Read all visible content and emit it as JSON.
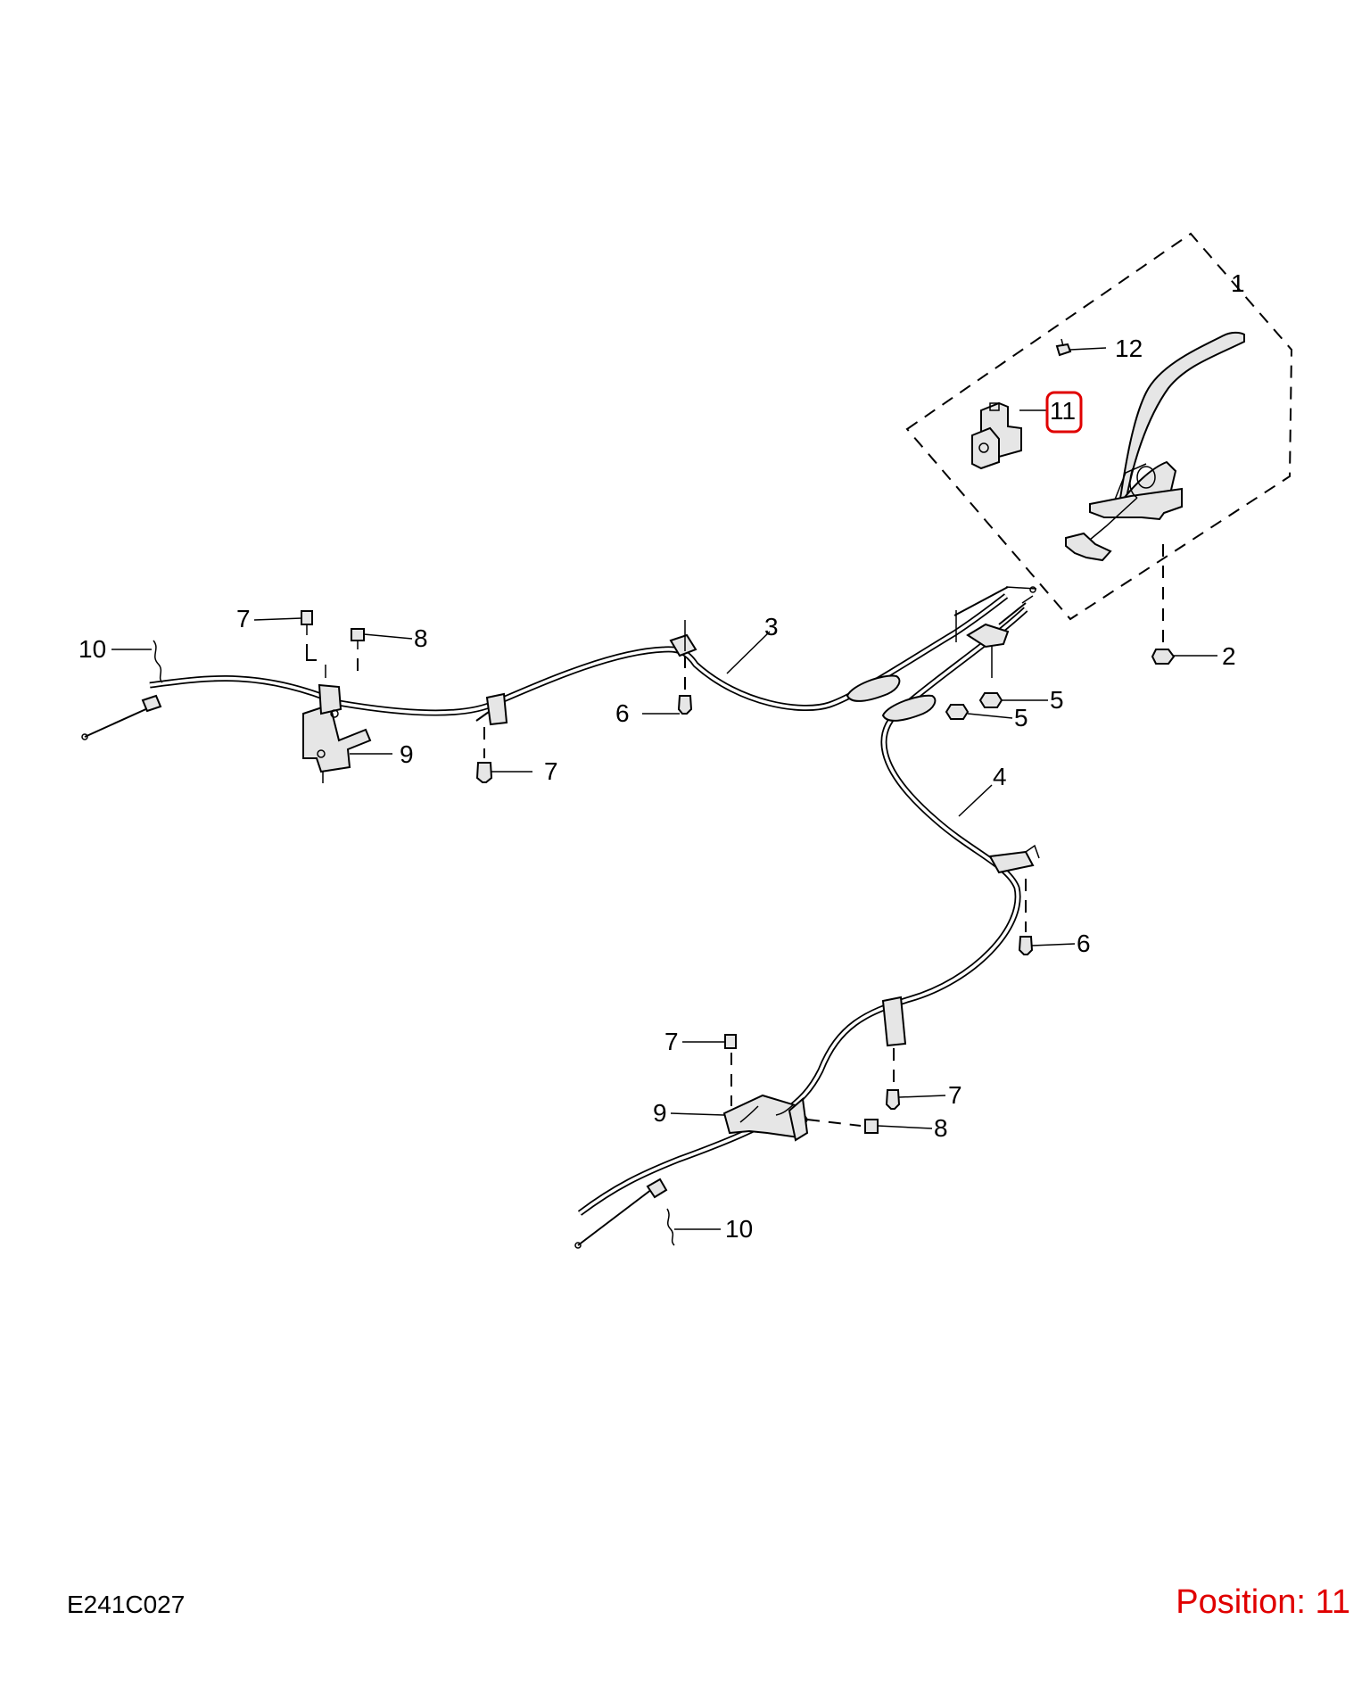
{
  "diagram_code": "E241C027",
  "position_text": "Position: 11",
  "highlight_color": "#e00000",
  "callouts": [
    {
      "id": "c1",
      "label": "1"
    },
    {
      "id": "c2",
      "label": "2"
    },
    {
      "id": "c3",
      "label": "3"
    },
    {
      "id": "c4",
      "label": "4"
    },
    {
      "id": "c5a",
      "label": "5"
    },
    {
      "id": "c5b",
      "label": "5"
    },
    {
      "id": "c6a",
      "label": "6"
    },
    {
      "id": "c6b",
      "label": "6"
    },
    {
      "id": "c7a",
      "label": "7"
    },
    {
      "id": "c7b",
      "label": "7"
    },
    {
      "id": "c7c",
      "label": "7"
    },
    {
      "id": "c7d",
      "label": "7"
    },
    {
      "id": "c8a",
      "label": "8"
    },
    {
      "id": "c8b",
      "label": "8"
    },
    {
      "id": "c9a",
      "label": "9"
    },
    {
      "id": "c9b",
      "label": "9"
    },
    {
      "id": "c10a",
      "label": "10"
    },
    {
      "id": "c10b",
      "label": "10"
    },
    {
      "id": "c11",
      "label": "11",
      "highlighted": true
    },
    {
      "id": "c12",
      "label": "12"
    }
  ]
}
